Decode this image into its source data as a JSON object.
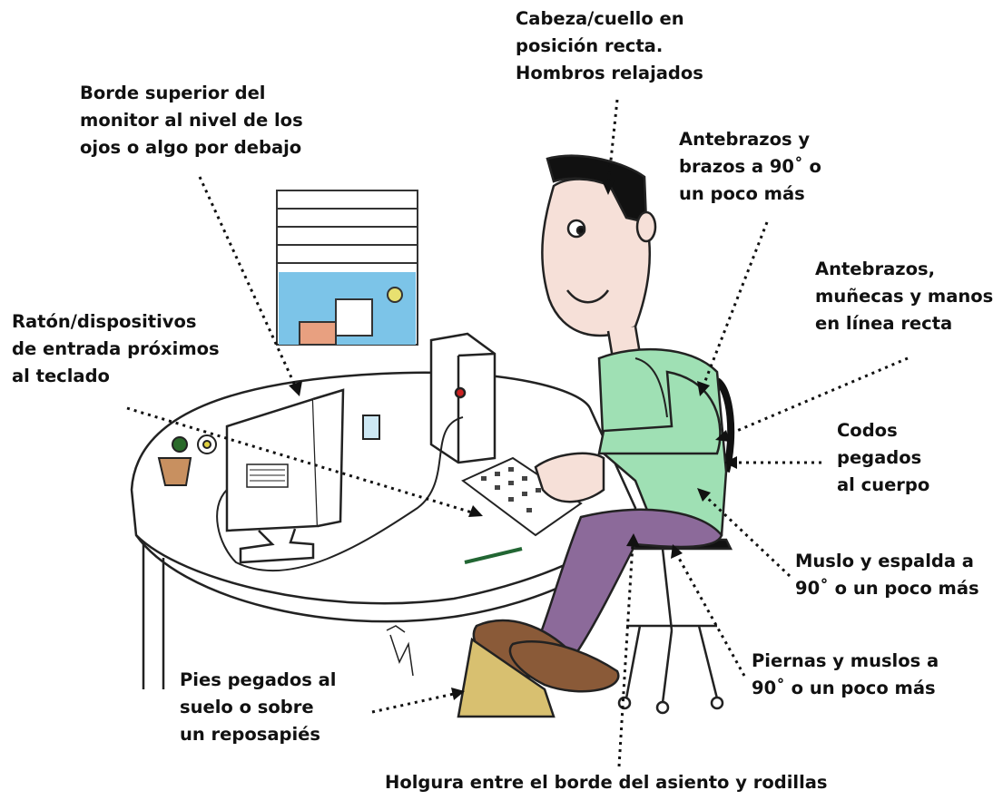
{
  "labels": {
    "head": "Cabeza/cuello en\nposición recta.\nHombros relajados",
    "monitor": "Borde superior del\nmonitor al nivel de los\nojos o algo por debajo",
    "forearms_arms": "Antebrazos y\nbrazos a 90˚ o\nun poco más",
    "wrists": "Antebrazos,\nmuñecas y manos\nen línea recta",
    "mouse": "Ratón/dispositivos\nde entrada próximos\nal teclado",
    "elbows": "Codos\npegados\nal cuerpo",
    "thigh_back": "Muslo y espalda a\n90˚ o un poco más",
    "legs": "Piernas y muslos a\n90˚ o un poco más",
    "feet": "Pies pegados al\nsuelo o sobre\nun reposapiés",
    "knees": "Holgura entre el borde del asiento y rodillas"
  },
  "colors": {
    "wall_window_sky": "#7cc4e8",
    "shirt": "#9fe0b4",
    "trousers": "#8c6a9a",
    "shoes": "#8a5a38",
    "footrest": "#d8c070",
    "skin": "#f6e0d8",
    "hair": "#111111"
  }
}
